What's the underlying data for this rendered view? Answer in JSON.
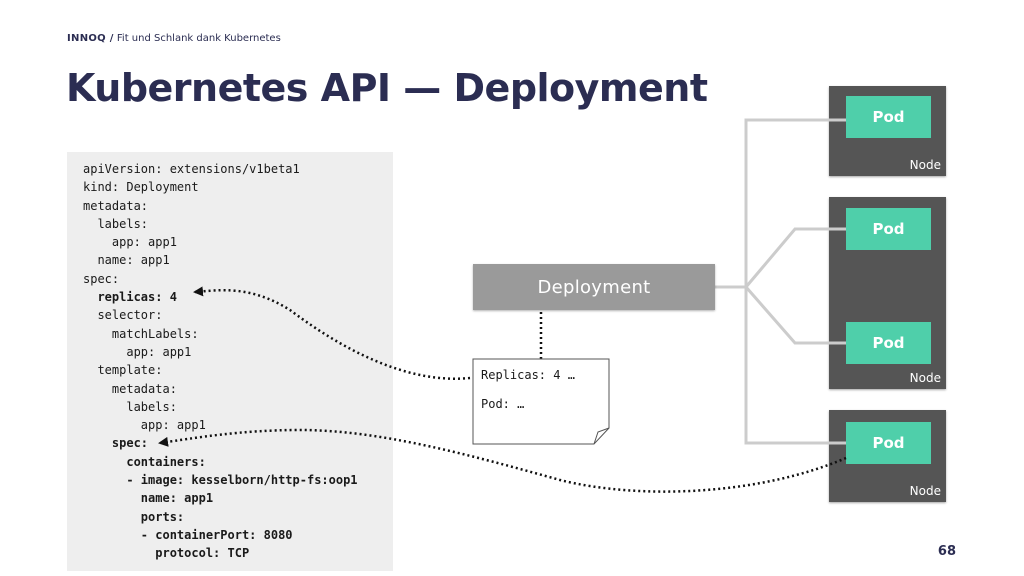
{
  "header": {
    "brand": "INNOQ /",
    "subtitle": "Fit und Schlank dank Kubernetes"
  },
  "title": "Kubernetes API — Deployment",
  "code": [
    {
      "text": "apiVersion: extensions/v1beta1",
      "bold": false
    },
    {
      "text": "kind: Deployment",
      "bold": false
    },
    {
      "text": "metadata:",
      "bold": false
    },
    {
      "text": "  labels:",
      "bold": false
    },
    {
      "text": "    app: app1",
      "bold": false
    },
    {
      "text": "  name: app1",
      "bold": false
    },
    {
      "text": "spec:",
      "bold": false
    },
    {
      "text": "  replicas: 4",
      "bold": true
    },
    {
      "text": "  selector:",
      "bold": false
    },
    {
      "text": "    matchLabels:",
      "bold": false
    },
    {
      "text": "      app: app1",
      "bold": false
    },
    {
      "text": "  template:",
      "bold": false
    },
    {
      "text": "    metadata:",
      "bold": false
    },
    {
      "text": "      labels:",
      "bold": false
    },
    {
      "text": "        app: app1",
      "bold": false
    },
    {
      "text": "    spec:",
      "bold": true
    },
    {
      "text": "      containers:",
      "bold": true
    },
    {
      "text": "      - image: kesselborn/http-fs:oop1",
      "bold": true
    },
    {
      "text": "        name: app1",
      "bold": true
    },
    {
      "text": "        ports:",
      "bold": true
    },
    {
      "text": "        - containerPort: 8080",
      "bold": true
    },
    {
      "text": "          protocol: TCP",
      "bold": true
    }
  ],
  "deployment_label": "Deployment",
  "note": {
    "line1": "Replicas: 4 …",
    "line2": "Pod: …"
  },
  "pod_label": "Pod",
  "node_label": "Node",
  "page_number": "68",
  "colors": {
    "title": "#2b2d52",
    "pod": "#4fcfaa",
    "node": "#555555",
    "deployment": "#9a9a9a",
    "code_bg": "#eeeeee"
  }
}
